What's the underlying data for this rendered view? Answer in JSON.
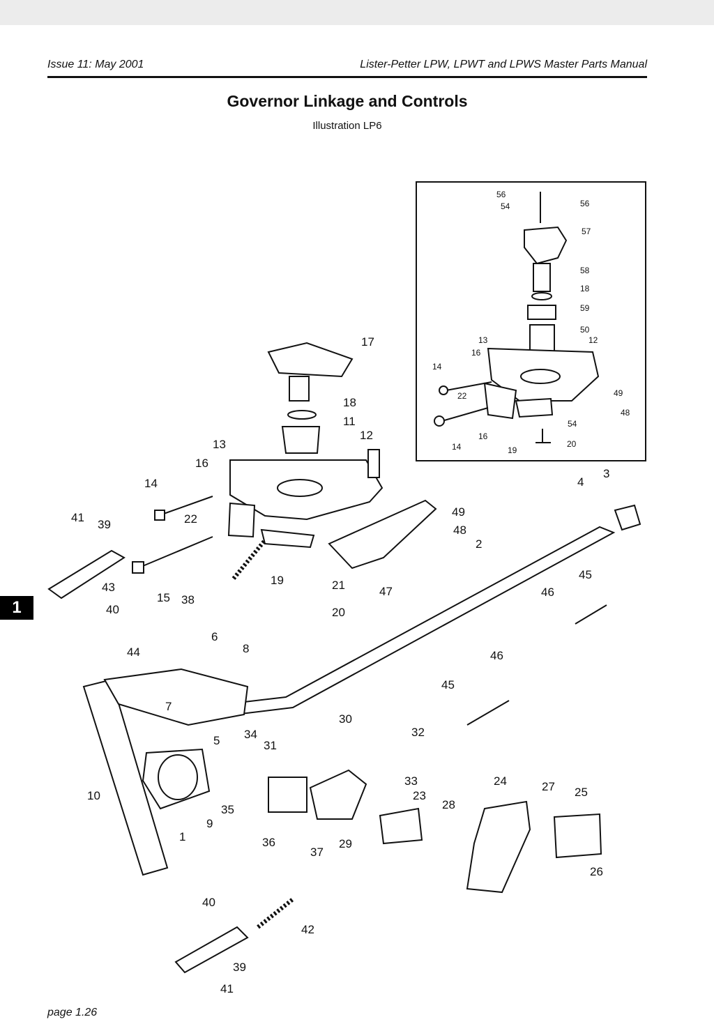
{
  "header": {
    "issue": "Issue 11: May 2001",
    "manual": "Lister-Petter LPW, LPWT and LPWS Master Parts Manual"
  },
  "title": "Governor Linkage and Controls",
  "subtitle": "Illustration LP6",
  "section_tab": "1",
  "footer": {
    "page": "page 1.26"
  },
  "inset_labels": [
    "56",
    "54",
    "56",
    "57",
    "58",
    "18",
    "59",
    "50",
    "13",
    "16",
    "12",
    "14",
    "22",
    "49",
    "48",
    "54",
    "16",
    "14",
    "19",
    "20"
  ],
  "main_labels": [
    "17",
    "18",
    "11",
    "13",
    "12",
    "16",
    "14",
    "22",
    "4",
    "3",
    "49",
    "48",
    "2",
    "41",
    "39",
    "43",
    "40",
    "15",
    "38",
    "19",
    "21",
    "20",
    "47",
    "45",
    "46",
    "44",
    "6",
    "8",
    "46",
    "45",
    "7",
    "5",
    "30",
    "34",
    "31",
    "32",
    "10",
    "35",
    "33",
    "9",
    "23",
    "24",
    "27",
    "25",
    "28",
    "1",
    "36",
    "37",
    "29",
    "26",
    "40",
    "42",
    "39",
    "41"
  ]
}
